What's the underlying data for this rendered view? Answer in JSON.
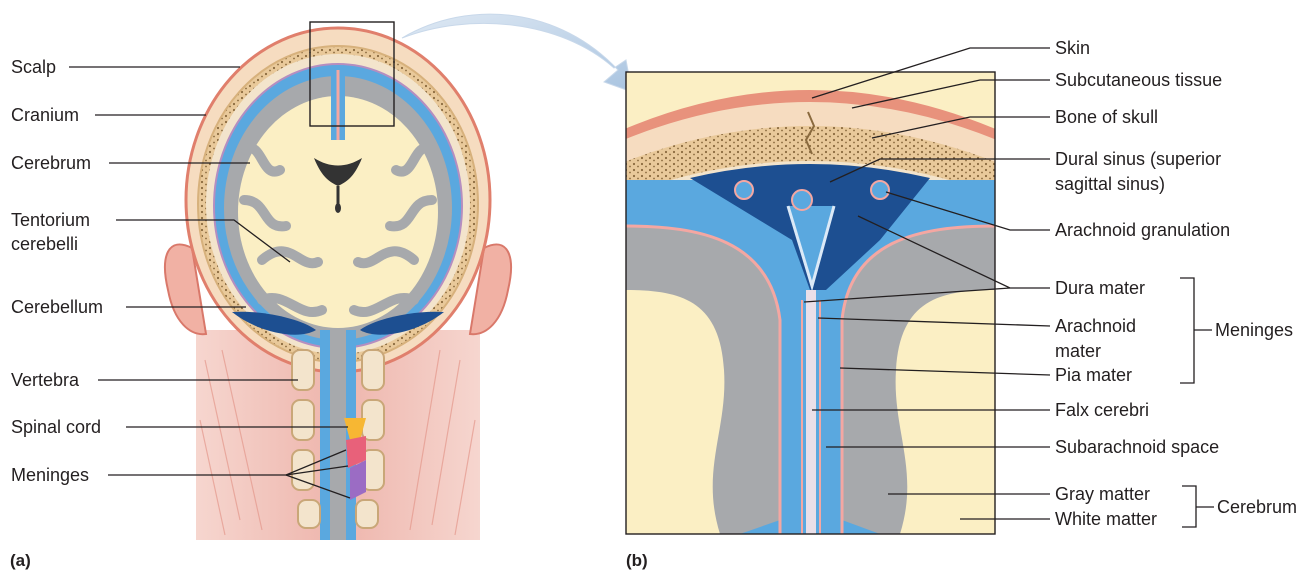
{
  "panel_a": {
    "label": "(a)",
    "labels": [
      "Scalp",
      "Cranium",
      "Cerebrum",
      "Tentorium",
      "cerebelli",
      "Cerebellum",
      "Vertebra",
      "Spinal cord",
      "Meninges"
    ]
  },
  "panel_b": {
    "label": "(b)",
    "labels": {
      "skin": "Skin",
      "subcutaneous": "Subcutaneous tissue",
      "bone": "Bone of skull",
      "dural_sinus_1": "Dural sinus (superior",
      "dural_sinus_2": "sagittal sinus)",
      "arachnoid_granulation": "Arachnoid granulation",
      "dura_mater": "Dura mater",
      "arachnoid_mater_1": "Arachnoid",
      "arachnoid_mater_2": "mater",
      "pia_mater": "Pia mater",
      "falx_cerebri": "Falx cerebri",
      "subarachnoid": "Subarachnoid space",
      "gray_matter": "Gray matter",
      "white_matter": "White matter",
      "meninges_group": "Meninges",
      "cerebrum_group": "Cerebrum"
    }
  },
  "colors": {
    "skin": "#e8927c",
    "scalp_tan": "#f6dcc0",
    "bone": "#e9c99a",
    "csf_blue": "#5aa8df",
    "sinus_dark": "#1d4f91",
    "gray_matter": "#a7a9ac",
    "white_matter": "#fbefc4",
    "pia_pink": "#f4a7a2",
    "neck_pink": "#f3c3bc"
  }
}
